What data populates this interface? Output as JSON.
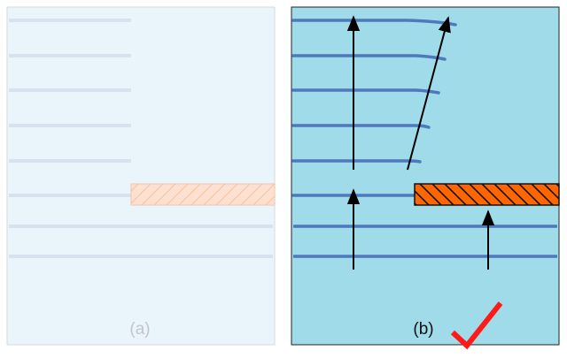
{
  "panels": [
    {
      "id": "a",
      "label": "(a)",
      "state": "faded",
      "colors": {
        "background": "#eaf5fb",
        "border": "#d3dde2",
        "line": "#d6e3ef",
        "block_fill": "#fde0cf",
        "block_stroke": "#f2c4a8",
        "hatch": "#f2c2a2",
        "label": "#c0c6ca"
      }
    },
    {
      "id": "b",
      "label": "(b)",
      "state": "highlighted",
      "colors": {
        "background": "#9fdbe8",
        "border": "#222222",
        "line": "#4e79bd",
        "block_fill": "#ff6600",
        "block_stroke": "#111111",
        "hatch": "#111111",
        "label": "#111111",
        "arrow": "#000000"
      }
    }
  ],
  "check_mark": {
    "icon": "check-icon",
    "color": "#ff1a1a"
  }
}
